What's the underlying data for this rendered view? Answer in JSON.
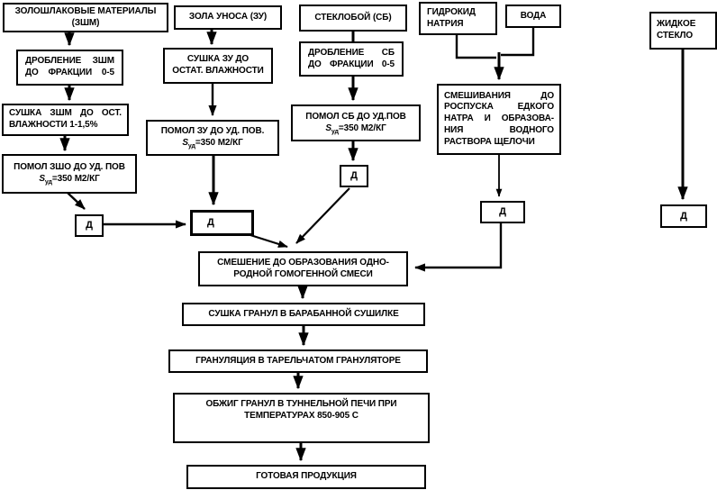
{
  "diagram_type": "flowchart",
  "colors": {
    "line": "#000000",
    "box_border": "#000000",
    "background": "#ffffff"
  },
  "nodes": {
    "zshm": {
      "lines": [
        "ЗОЛОШЛАКОВЫЕ МАТЕРИАЛЫ",
        "(ЗШМ)"
      ]
    },
    "zola_unosa": {
      "lines": [
        "ЗОЛА УНОСА (ЗУ)"
      ]
    },
    "stekloboj": {
      "lines": [
        "СТЕКЛОБОЙ (СБ)"
      ]
    },
    "gidrokid": {
      "lines": [
        "ГИДРОКИД",
        "НАТРИЯ"
      ]
    },
    "voda": {
      "lines": [
        "ВОДА"
      ]
    },
    "zhidkoe_steklo": {
      "lines": [
        "ЖИДКОЕ",
        "СТЕКЛО"
      ]
    },
    "droblenie_zshm": {
      "lines": [
        "ДРОБЛЕНИЕ ЗШМ",
        "ДО ФРАКЦИИ 0-5"
      ]
    },
    "sushka_zshm": {
      "lines": [
        "СУШКА ЗШМ ДО ОСТ.",
        "ВЛАЖНОСТИ 1-1,5%"
      ]
    },
    "pomol_zsho": {
      "line1": "ПОМОЛ ЗШО ДО УД. ПОВ",
      "s": "S",
      "sub": "уд",
      "rest": "=350 М2/КГ"
    },
    "sushka_zu": {
      "lines": [
        "СУШКА ЗУ ДО",
        "ОСТАТ. ВЛАЖНОСТИ"
      ]
    },
    "pomol_zu": {
      "line1": "ПОМОЛ ЗУ ДО УД. ПОВ.",
      "s": "S",
      "sub": "уд",
      "rest": "=350 М2/КГ"
    },
    "droblenie_sb": {
      "lines": [
        "ДРОБЛЕНИЕ СБ",
        "ДО ФРАКЦИИ 0-5"
      ]
    },
    "pomol_sb": {
      "line1": "ПОМОЛ СБ ДО УД.ПОВ",
      "s": "S",
      "sub": "уд",
      "rest": "=350 М2/КГ"
    },
    "smeshivanija": {
      "lines": [
        "СМЕШИВАНИЯ ДО",
        "РОСПУСКА ЕДКОГО",
        "НАТРА И ОБРАЗОВА-",
        "НИЯ ВОДНОГО",
        "РАСТВОРА ЩЕЛОЧИ"
      ]
    },
    "smeshenie": {
      "lines": [
        "СМЕШЕНИЕ ДО ОБРАЗОВАНИЯ ОДНО-",
        "РОДНОЙ ГОМОГЕННОЙ СМЕСИ"
      ]
    },
    "sushka_granul": {
      "lines": [
        "СУШКА ГРАНУЛ В БАРАБАННОЙ СУШИЛКЕ"
      ]
    },
    "granulyacija": {
      "lines": [
        "ГРАНУЛЯЦИЯ В ТАРЕЛЬЧАТОМ ГРАНУЛЯТОРЕ"
      ]
    },
    "obzhig": {
      "lines": [
        "ОБЖИГ ГРАНУЛ В ТУННЕЛЬНОЙ ПЕЧИ ПРИ",
        "ТЕМПЕРАТУРАХ 850-905 С"
      ]
    },
    "gotovaja": {
      "lines": [
        "ГОТОВАЯ ПРОДУКЦИЯ"
      ]
    },
    "dozator_label": "Д"
  }
}
